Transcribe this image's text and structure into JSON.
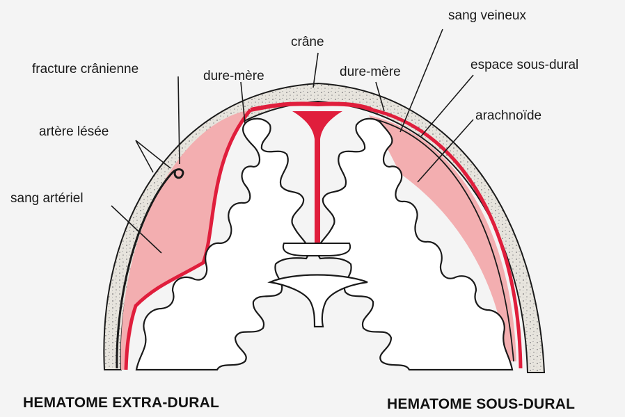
{
  "labels": {
    "crane": "crâne",
    "sang_veineux": "sang veineux",
    "fracture_cranienne": "fracture crânienne",
    "dure_mere_left": "dure-mère",
    "dure_mere_right": "dure-mère",
    "espace_sous_dural": "espace sous-dural",
    "artere_lesee": "artère lésée",
    "arachnoide": "arachnoïde",
    "sang_arteriel": "sang artériel"
  },
  "titles": {
    "extra_dural": "HEMATOME EXTRA-DURAL",
    "sous_dural": "HEMATOME SOUS-DURAL"
  },
  "colors": {
    "background": "#f4f4f4",
    "blood_red": "#e01e3c",
    "hematoma_pink": "#f3aeb0",
    "skull_fill": "#e6e3dc",
    "brain_fill": "#ffffff",
    "outline": "#1a1a1a"
  }
}
